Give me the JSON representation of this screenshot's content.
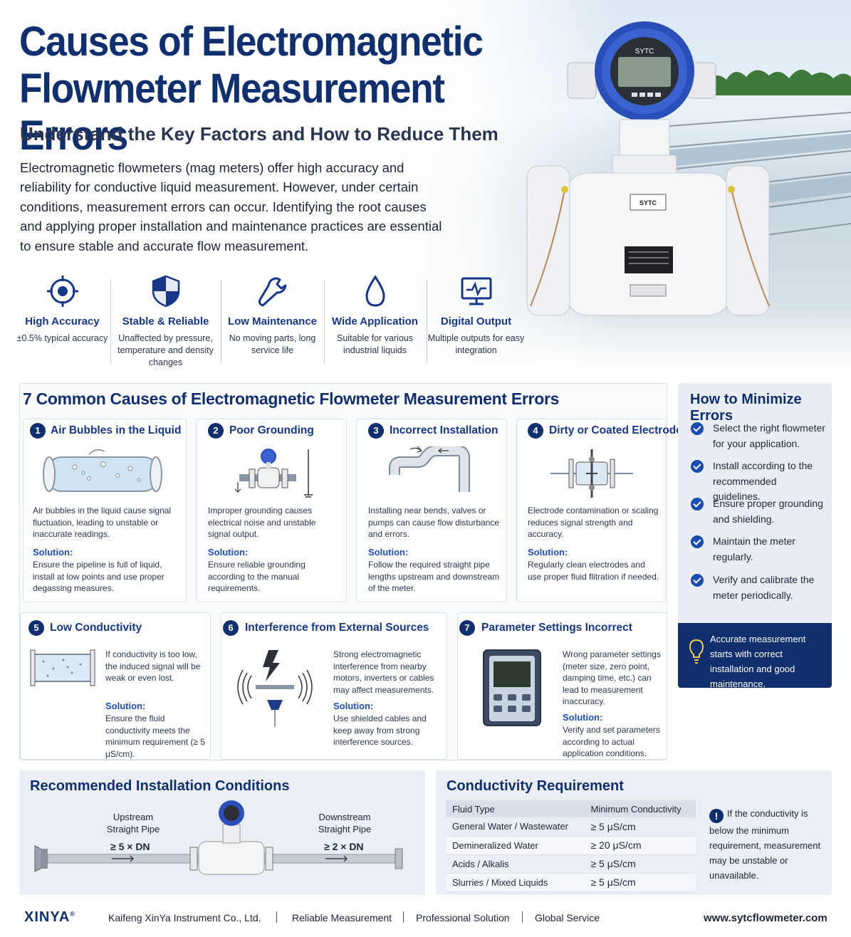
{
  "header": {
    "title": "Causes of Electromagnetic Flowmeter Measurement Errors",
    "subtitle": "Understand the Key Factors and How to Reduce Them",
    "intro": "Electromagnetic flowmeters (mag meters) offer high accuracy and reliability for conductive liquid measurement. However, under certain conditions, measurement errors can occur. Identifying the root causes and applying proper installation and maintenance practices are essential to ensure stable and accurate flow measurement."
  },
  "meter_labels": {
    "display_brand": "SYTC",
    "plate_brand": "SYTC"
  },
  "features": [
    {
      "icon": "target-icon",
      "title": "High Accuracy",
      "desc": "±0.5% typical accuracy"
    },
    {
      "icon": "shield-icon",
      "title": "Stable & Reliable",
      "desc": "Unaffected by pressure, temperature and density changes"
    },
    {
      "icon": "wrench-icon",
      "title": "Low Maintenance",
      "desc": "No moving parts, long service life"
    },
    {
      "icon": "droplet-icon",
      "title": "Wide Application",
      "desc": "Suitable for various industrial liquids"
    },
    {
      "icon": "monitor-icon",
      "title": "Digital Output",
      "desc": "Multiple outputs for easy integration"
    }
  ],
  "causes": {
    "title": "7 Common Causes of Electromagnetic Flowmeter Measurement Errors",
    "solution_label": "Solution:",
    "items": [
      {
        "num": "1",
        "title": "Air Bubbles in the Liquid",
        "desc": "Air bubbles in the liquid cause signal fluctuation, leading to unstable or inaccurate readings.",
        "solution": "Ensure the pipeline is full of liquid, install at low points and use proper degassing measures."
      },
      {
        "num": "2",
        "title": "Poor Grounding",
        "desc": "Improper grounding causes electrical noise and unstable signal output.",
        "solution": "Ensure reliable grounding according to the manual requirements."
      },
      {
        "num": "3",
        "title": "Incorrect Installation",
        "desc": "Installing near bends, valves or pumps can cause flow disturbance and errors.",
        "solution": "Follow the required straight pipe lengths upstream and downstream of the meter."
      },
      {
        "num": "4",
        "title": "Dirty or Coated Electrodes",
        "desc": "Electrode contamination or scaling reduces signal strength and accuracy.",
        "solution": "Regularly clean electrodes and use proper fluid flitration if needed."
      },
      {
        "num": "5",
        "title": "Low Conductivity",
        "desc": "If conductivity is too low, the induced signal will be weak or even lost.",
        "solution": "Ensure the fluid conductivity meets the minimum requirement (≥ 5 μS/cm)."
      },
      {
        "num": "6",
        "title": "Interference from External Sources",
        "desc": "Strong electromagnetic interference from nearby motors, inverters or cables may affect measurements.",
        "solution": "Use shielded cables and keep away from strong interference sources."
      },
      {
        "num": "7",
        "title": "Parameter Settings Incorrect",
        "desc": "Wrong parameter settings (meter size, zero point, damping time, etc.) can lead to measurement inaccuracy.",
        "solution": "Verify and set parameters according to actual application conditions."
      }
    ]
  },
  "minimize": {
    "title": "How to Minimize Errors",
    "items": [
      "Select the right flowmeter for your application.",
      "Install according to the recommended guidelines.",
      "Ensure proper grounding and shielding.",
      "Maintain the meter regularly.",
      "Verify and calibrate the meter periodically."
    ],
    "callout": "Accurate measurement starts with correct installation and good maintenance."
  },
  "installation": {
    "title": "Recommended Installation Conditions",
    "upstream_label": "Upstream Straight Pipe",
    "upstream_value": "≥ 5 × DN",
    "downstream_label": "Downstream Straight Pipe",
    "downstream_value": "≥ 2 × DN"
  },
  "conductivity": {
    "title": "Conductivity Requirement",
    "headers": [
      "Fluid Type",
      "Minimum Conductivity"
    ],
    "rows": [
      [
        "General Water / Wastewater",
        "≥ 5 μS/cm"
      ],
      [
        "Demineralized Water",
        "≥ 20 μS/cm"
      ],
      [
        "Acids / Alkalis",
        "≥ 5 μS/cm"
      ],
      [
        "Slurries / Mixed Liquids",
        "≥ 5 μS/cm"
      ]
    ],
    "note": "If the conductivity is below the minimum requirement, measurement may be unstable or unavailable."
  },
  "footer": {
    "brand": "XINYA",
    "brand_mark": "®",
    "company": "Kaifeng XinYa Instrument Co., Ltd.",
    "tagline1": "Reliable Measurement",
    "tagline2": "Professional Solution",
    "tagline3": "Global Service",
    "url": "www.sytcflowmeter.com"
  },
  "colors": {
    "navy": "#0f2f6e",
    "accent_blue": "#1a3f96",
    "solution_blue": "#1d4fc0",
    "panel_bg": "#eaeff6"
  }
}
